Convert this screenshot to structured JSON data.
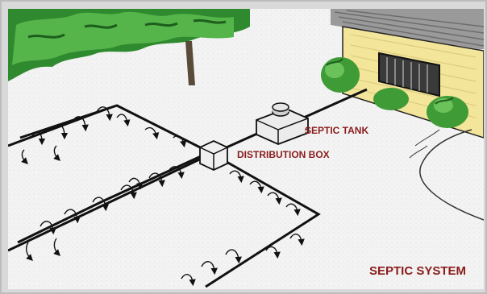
{
  "labels": {
    "septic_tank": "SEPTIC TANK",
    "distribution_box": "DISTRIBUTION BOX",
    "caption": "SEPTIC SYSTEM"
  },
  "colors": {
    "label": "#8a1c1c",
    "house_wall": "#f3e59a",
    "roof": "#8a8a8a",
    "foliage": "#3a9a3a",
    "ground": "#f4f4f4"
  }
}
